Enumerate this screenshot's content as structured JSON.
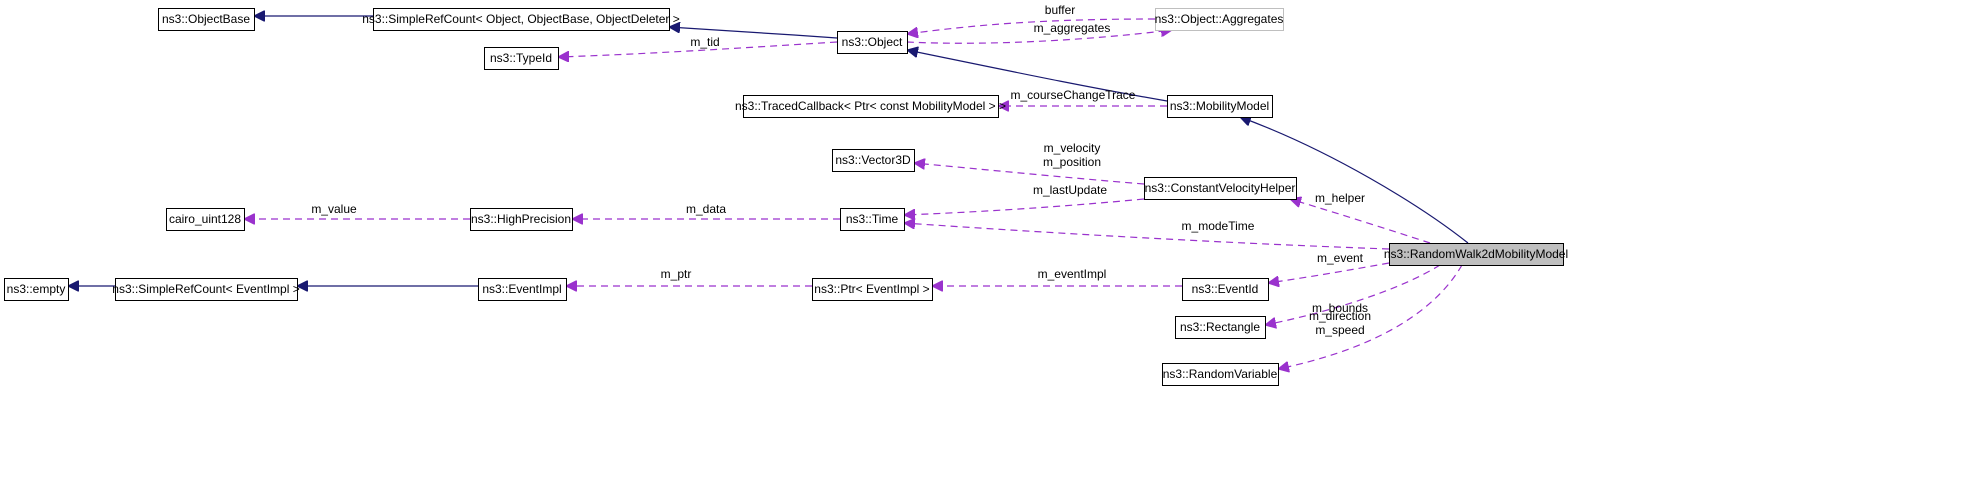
{
  "colors": {
    "inherit_edge": "#191970",
    "collab_edge": "#9a32cd",
    "node_border": "#000000",
    "external_border": "#bfbfbf",
    "focus_fill": "#bfbfbf",
    "node_fill": "#ffffff",
    "external_text": "#808080"
  },
  "nodes": [
    {
      "id": "objectbase",
      "label": "ns3::ObjectBase"
    },
    {
      "id": "simplerefobj",
      "label": "ns3::SimpleRefCount< Object, ObjectBase, ObjectDeleter >"
    },
    {
      "id": "object",
      "label": "ns3::Object"
    },
    {
      "id": "aggregates",
      "label": "ns3::Object::Aggregates",
      "style": "external"
    },
    {
      "id": "typeid",
      "label": "ns3::TypeId"
    },
    {
      "id": "tracedcb",
      "label": "ns3::TracedCallback< Ptr< const MobilityModel > >"
    },
    {
      "id": "mobility",
      "label": "ns3::MobilityModel"
    },
    {
      "id": "vector3d",
      "label": "ns3::Vector3D"
    },
    {
      "id": "cvhelper",
      "label": "ns3::ConstantVelocityHelper"
    },
    {
      "id": "cairo",
      "label": "cairo_uint128"
    },
    {
      "id": "highprec",
      "label": "ns3::HighPrecision"
    },
    {
      "id": "time",
      "label": "ns3::Time"
    },
    {
      "id": "rw2d",
      "label": "ns3::RandomWalk2dMobilityModel",
      "style": "focus"
    },
    {
      "id": "empty",
      "label": "ns3::empty"
    },
    {
      "id": "simplerefevt",
      "label": "ns3::SimpleRefCount< EventImpl >"
    },
    {
      "id": "eventimpl",
      "label": "ns3::EventImpl"
    },
    {
      "id": "ptrevt",
      "label": "ns3::Ptr< EventImpl >"
    },
    {
      "id": "eventid",
      "label": "ns3::EventId"
    },
    {
      "id": "rectangle",
      "label": "ns3::Rectangle"
    },
    {
      "id": "randvar",
      "label": "ns3::RandomVariable"
    }
  ],
  "edges": [
    {
      "id": "e-simplerefobj-objectbase",
      "kind": "inherit",
      "from": "simplerefobj",
      "to": "objectbase"
    },
    {
      "id": "e-object-simplerefobj",
      "kind": "inherit",
      "from": "object",
      "to": "simplerefobj"
    },
    {
      "id": "e-mobility-object",
      "kind": "inherit",
      "from": "mobility",
      "to": "object"
    },
    {
      "id": "e-rw2d-mobility",
      "kind": "inherit",
      "from": "rw2d",
      "to": "mobility"
    },
    {
      "id": "e-simplerefevt-empty",
      "kind": "inherit",
      "from": "simplerefevt",
      "to": "empty"
    },
    {
      "id": "e-eventimpl-simplerefevt",
      "kind": "inherit",
      "from": "eventimpl",
      "to": "simplerefevt"
    },
    {
      "id": "e-aggregates-object",
      "kind": "collab",
      "from": "aggregates",
      "to": "object",
      "labels": [
        "buffer"
      ]
    },
    {
      "id": "e-object-aggregates",
      "kind": "collab",
      "from": "object",
      "to": "aggregates",
      "labels": [
        "m_aggregates"
      ]
    },
    {
      "id": "e-object-typeid",
      "kind": "collab",
      "from": "object",
      "to": "typeid",
      "labels": [
        "m_tid"
      ]
    },
    {
      "id": "e-mobility-tracedcb",
      "kind": "collab",
      "from": "mobility",
      "to": "tracedcb",
      "labels": [
        "m_courseChangeTrace"
      ]
    },
    {
      "id": "e-cvhelper-vector3d",
      "kind": "collab",
      "from": "cvhelper",
      "to": "vector3d",
      "labels": [
        "m_velocity",
        "m_position"
      ]
    },
    {
      "id": "e-cvhelper-time",
      "kind": "collab",
      "from": "cvhelper",
      "to": "time",
      "labels": [
        "m_lastUpdate"
      ]
    },
    {
      "id": "e-highprec-cairo",
      "kind": "collab",
      "from": "highprec",
      "to": "cairo",
      "labels": [
        "m_value"
      ]
    },
    {
      "id": "e-time-highprec",
      "kind": "collab",
      "from": "time",
      "to": "highprec",
      "labels": [
        "m_data"
      ]
    },
    {
      "id": "e-rw2d-time",
      "kind": "collab",
      "from": "rw2d",
      "to": "time",
      "labels": [
        "m_modeTime"
      ]
    },
    {
      "id": "e-rw2d-cvhelper",
      "kind": "collab",
      "from": "rw2d",
      "to": "cvhelper",
      "labels": [
        "m_helper"
      ]
    },
    {
      "id": "e-rw2d-eventid",
      "kind": "collab",
      "from": "rw2d",
      "to": "eventid",
      "labels": [
        "m_event"
      ]
    },
    {
      "id": "e-ptrevt-eventimpl",
      "kind": "collab",
      "from": "ptrevt",
      "to": "eventimpl",
      "labels": [
        "m_ptr"
      ]
    },
    {
      "id": "e-eventid-ptrevt",
      "kind": "collab",
      "from": "eventid",
      "to": "ptrevt",
      "labels": [
        "m_eventImpl"
      ]
    },
    {
      "id": "e-rw2d-rectangle",
      "kind": "collab",
      "from": "rw2d",
      "to": "rectangle",
      "labels": [
        "m_bounds"
      ]
    },
    {
      "id": "e-rw2d-randvar",
      "kind": "collab",
      "from": "rw2d",
      "to": "randvar",
      "labels": [
        "m_direction",
        "m_speed"
      ]
    }
  ]
}
